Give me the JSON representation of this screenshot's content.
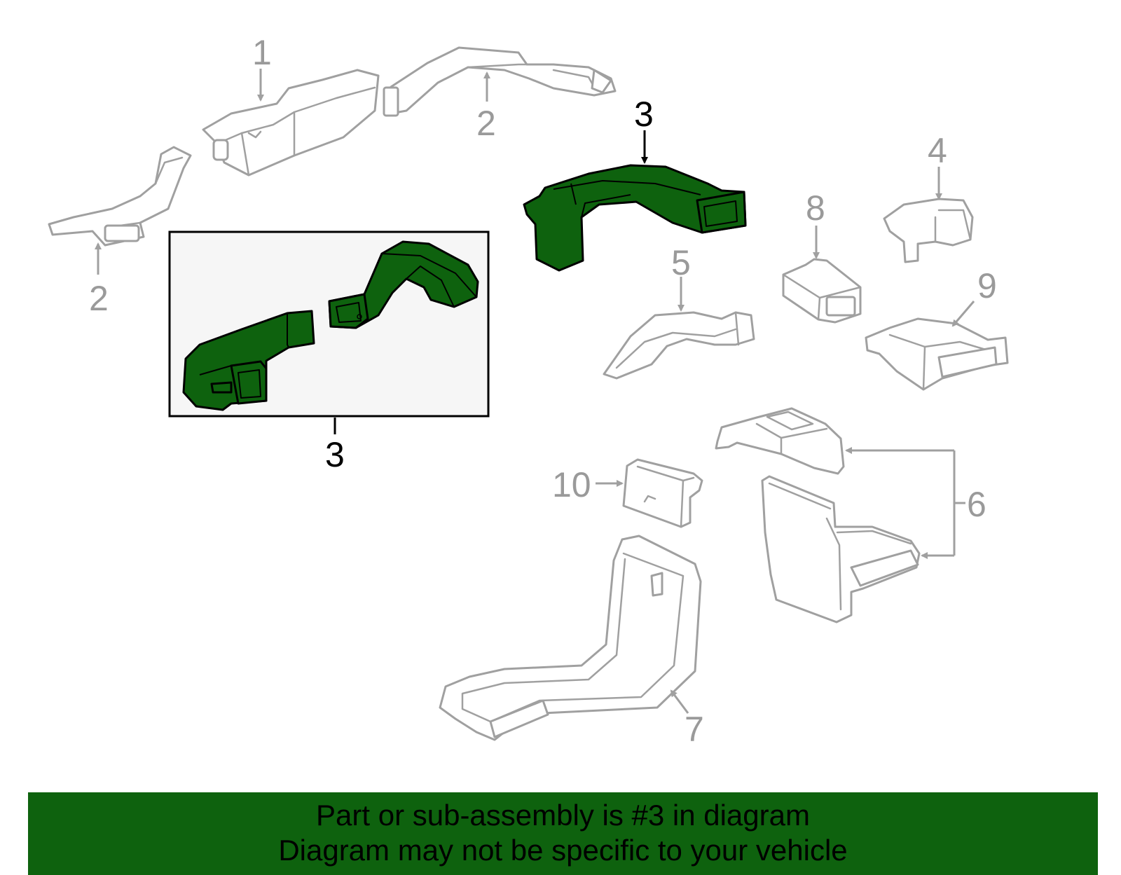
{
  "callouts": {
    "c1": "1",
    "c2a": "2",
    "c2b": "2",
    "c3a": "3",
    "c3b": "3",
    "c4": "4",
    "c5": "5",
    "c6": "6",
    "c7": "7",
    "c8": "8",
    "c9": "9",
    "c10": "10"
  },
  "highlight_color": "#0e620e",
  "part_outline_color": "#a0a0a0",
  "banner": {
    "line1": "Part or sub-assembly is #3 in diagram",
    "line2": "Diagram may not be specific to your vehicle"
  }
}
